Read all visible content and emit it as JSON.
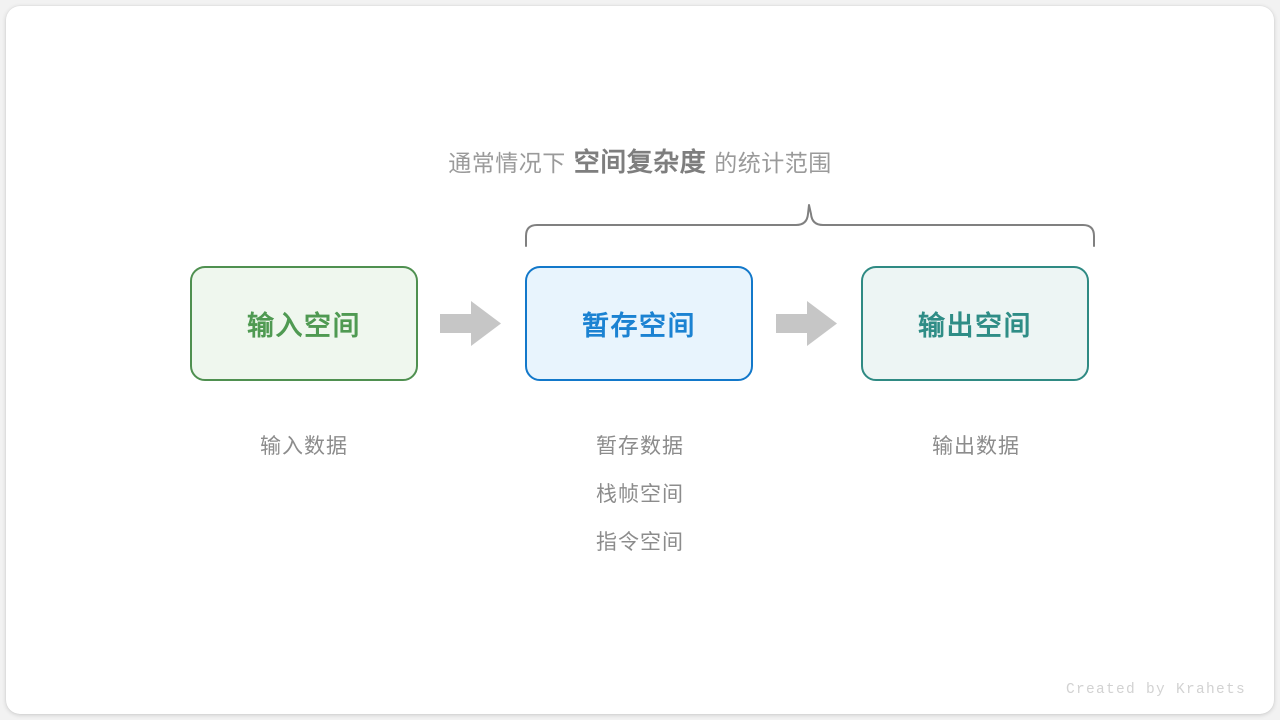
{
  "diagram": {
    "heading": {
      "prefix": "通常情况下",
      "emphasis": "空间复杂度",
      "suffix": "的统计范围"
    },
    "brace": {
      "name": "curly-brace",
      "spans": [
        "暂存空间",
        "输出空间"
      ],
      "color": "#808080"
    },
    "boxes": [
      {
        "id": "input",
        "label": "输入空间",
        "border_color": "#4f9050",
        "fill_color": "#eff7ee",
        "text_color": "#4f9a52"
      },
      {
        "id": "temp",
        "label": "暂存空间",
        "border_color": "#1278ca",
        "fill_color": "#e8f4fd",
        "text_color": "#1b82d2"
      },
      {
        "id": "output",
        "label": "输出空间",
        "border_color": "#2f8a83",
        "fill_color": "#edf5f4",
        "text_color": "#2f8d86"
      }
    ],
    "arrows": [
      {
        "id": "arrow-1",
        "direction": "right",
        "color": "#c6c6c6"
      },
      {
        "id": "arrow-2",
        "direction": "right",
        "color": "#c6c6c6"
      }
    ],
    "captions": {
      "input": [
        "输入数据"
      ],
      "temp": [
        "暂存数据",
        "栈帧空间",
        "指令空间"
      ],
      "output": [
        "输出数据"
      ]
    },
    "watermark": "Created by Krahets"
  }
}
